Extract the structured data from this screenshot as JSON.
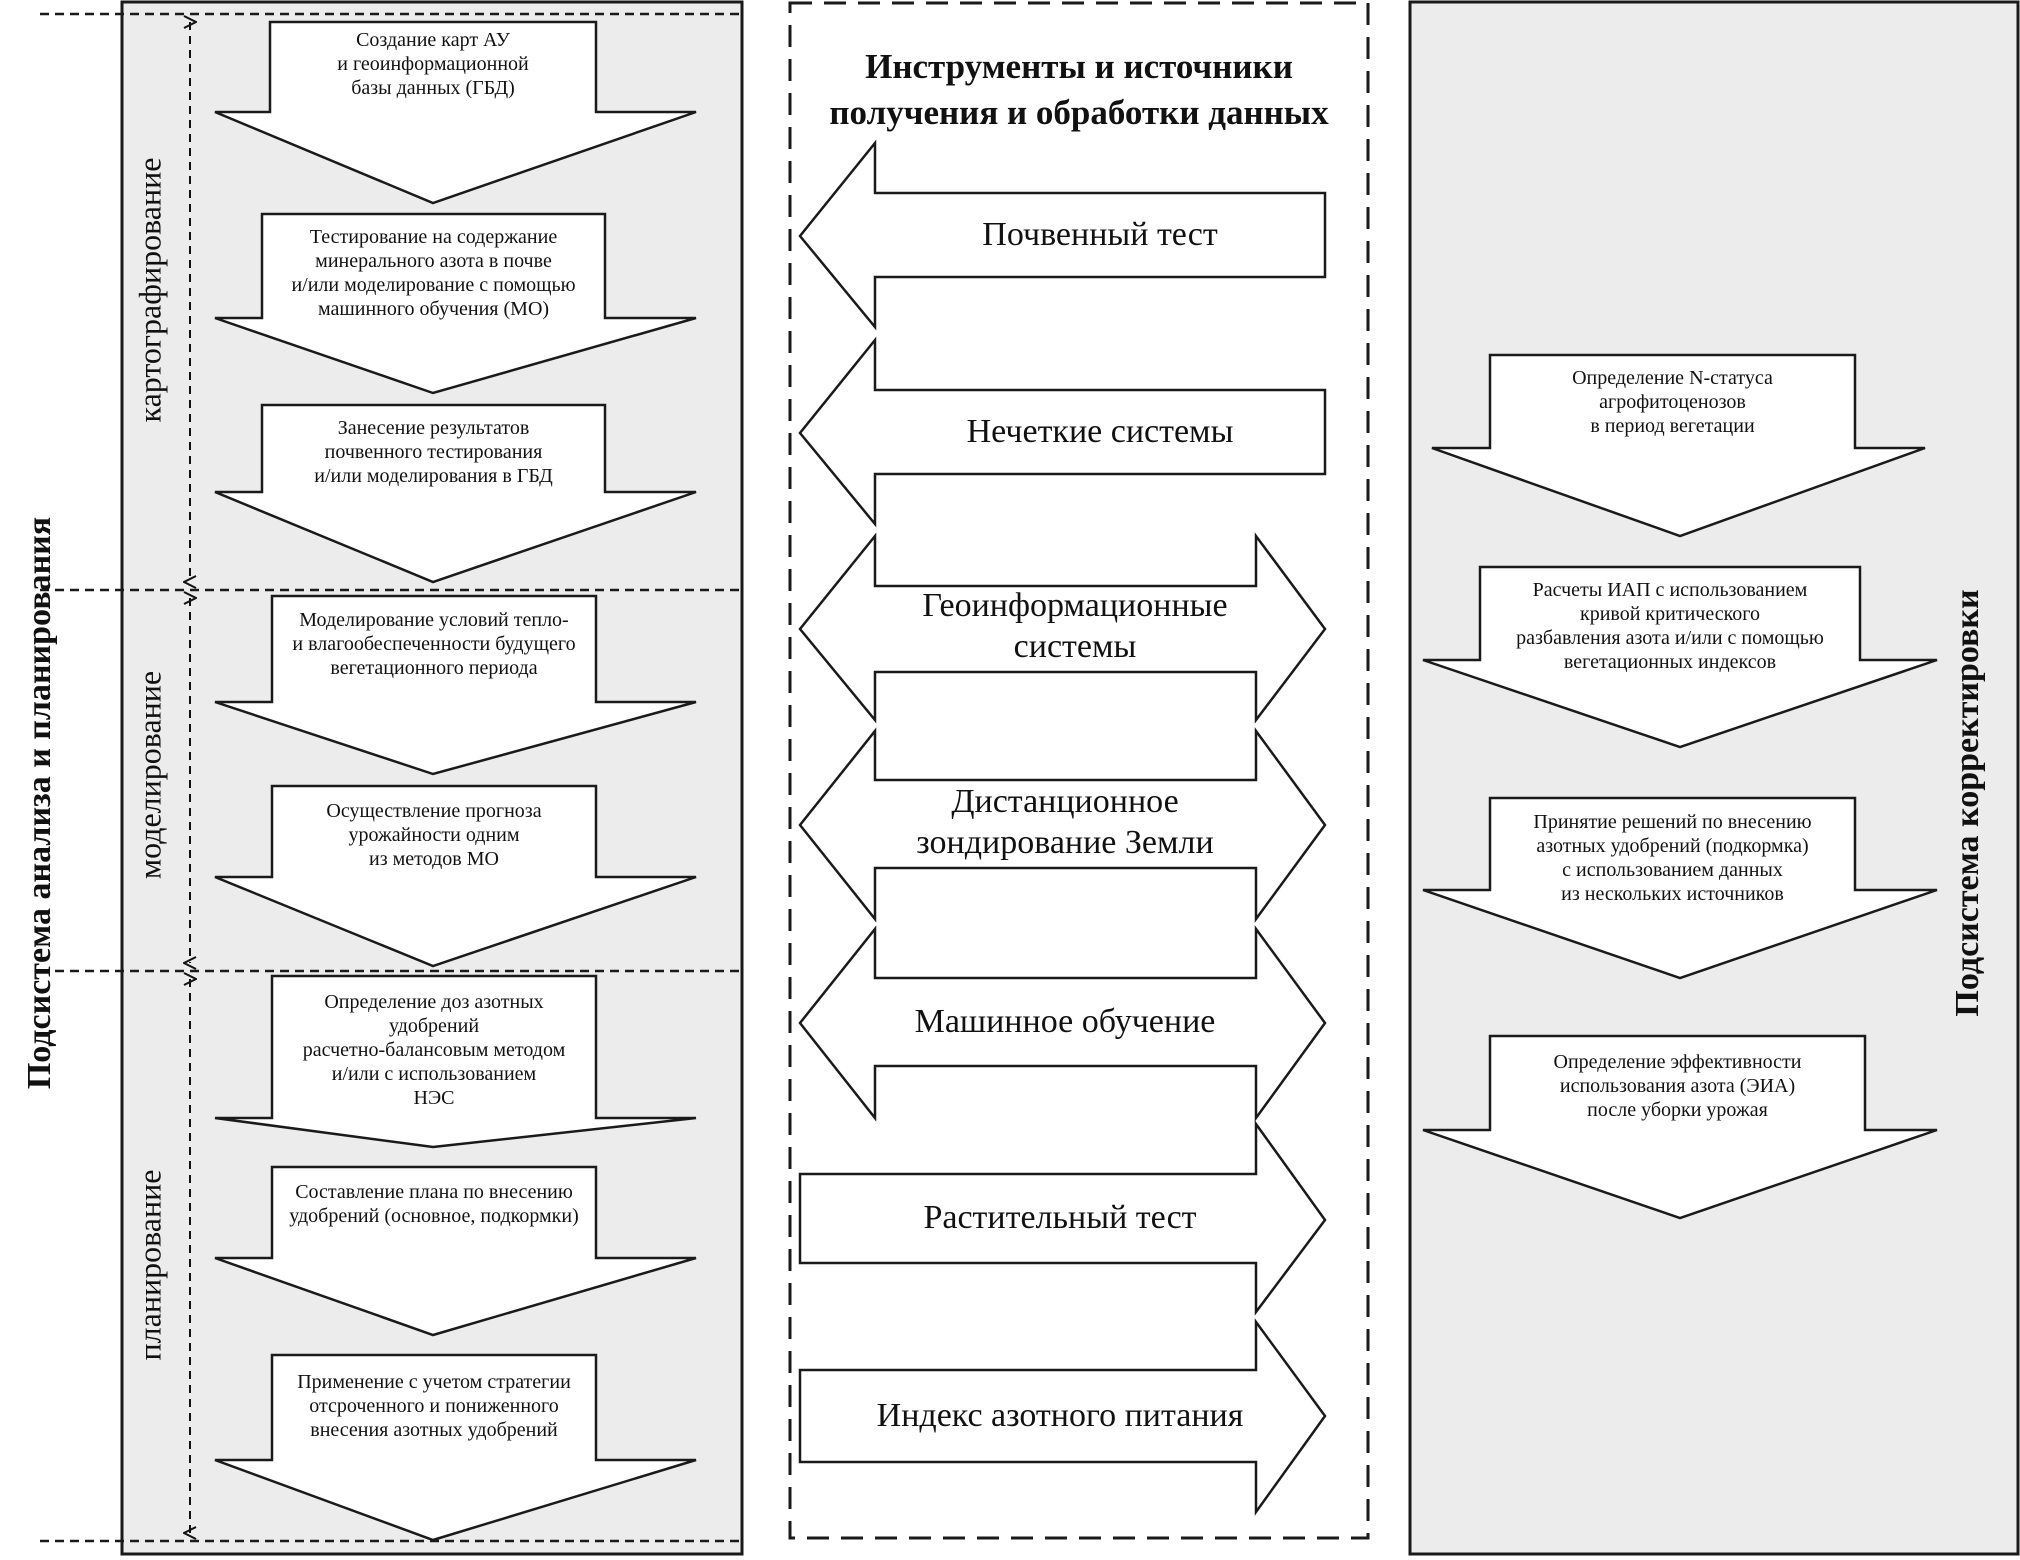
{
  "left_subsystem": {
    "title": "Подсистема анализа и планирования",
    "phases": [
      "картографирование",
      "моделирование",
      "планирование"
    ],
    "steps": [
      "Создание карт АУ\nи геоинформационной\nбазы данных (ГБД)",
      "Тестирование на содержание\nминерального азота в почве\nи/или моделирование с помощью\nмашинного обучения (МО)",
      "Занесение результатов\nпочвенного тестирования\nи/или моделирования в ГБД",
      "Моделирование условий тепло-\nи влагообеспеченности будущего\nвегетационного периода",
      "Осуществление прогноза\nурожайности одним\nиз методов МО",
      "Определение доз азотных\nудобрений\nрасчетно-балансовым методом\nи/или с использованием\nНЭС",
      "Составление плана по внесению\nудобрений (основное, подкормки)",
      "Применение с учетом стратегии\nотсроченного и пониженного\nвнесения азотных удобрений"
    ]
  },
  "tools": {
    "title": "Инструменты и источники\nполучения и обработки данных",
    "items": [
      "Почвенный тест",
      "Нечеткие системы",
      "Геоинформационные\nсистемы",
      "Дистанционное\nзондирование Земли",
      "Машинное обучение",
      "Растительный тест",
      "Индекс азотного питания"
    ]
  },
  "right_subsystem": {
    "title": "Подсистема корректировки",
    "steps": [
      "Определение N-статуса\nагрофитоценозов\nв период вегетации",
      "Расчеты ИАП с использованием\nкривой критического\nразбавления азота и/или с помощью\nвегетационных индексов",
      "Принятие решений по внесению\nазотных удобрений (подкормка)\nс использованием данных\nиз нескольких источников",
      "Определение эффективности\nиспользования азота (ЭИА)\nпосле уборки урожая"
    ]
  },
  "colors": {
    "panel": "#ececec",
    "stroke": "#1a1a1a",
    "arrow_fill": "#ffffff"
  }
}
